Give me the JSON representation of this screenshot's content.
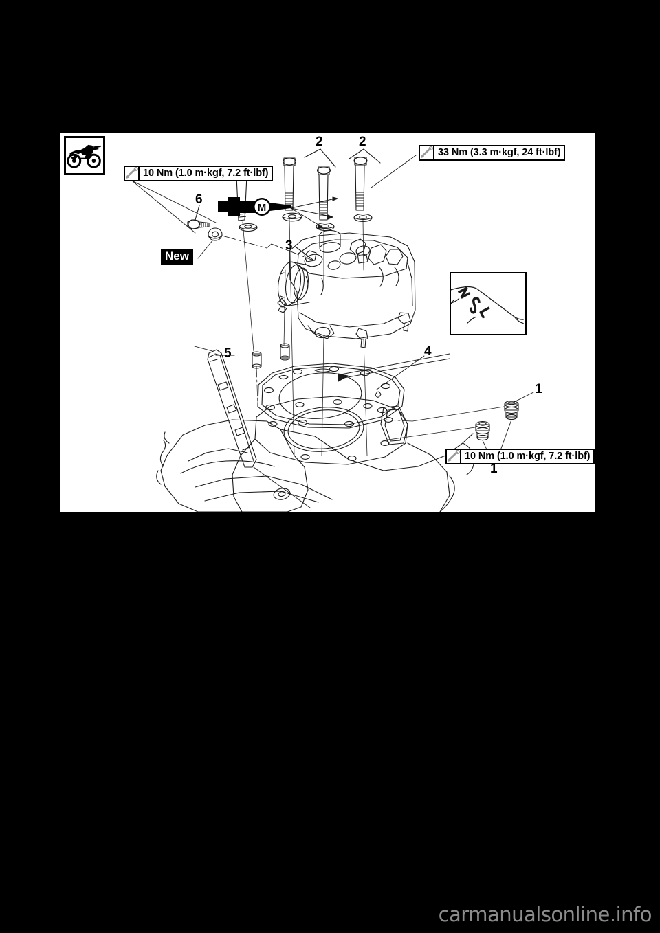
{
  "page": {
    "background_color": "#000000",
    "panel_background_color": "#ffffff",
    "watermark": "carmanualsonline.info"
  },
  "model_icon": {
    "name": "off-road-motorcycle-icon",
    "alt": "off-road motorcycle"
  },
  "torque_specs": [
    {
      "id": "torque-upper-left",
      "icon": "torque-wrench-icon",
      "text": "10 Nm (1.0 m·kgf, 7.2 ft·lbf)",
      "value_nm": "10 Nm",
      "value_mkgf": "1.0 m·kgf",
      "value_ftlbf": "7.2 ft·lbf"
    },
    {
      "id": "torque-upper-right",
      "icon": "torque-wrench-icon",
      "text": "33 Nm (3.3 m·kgf, 24 ft·lbf)",
      "value_nm": "33 Nm",
      "value_mkgf": "3.3 m·kgf",
      "value_ftlbf": "24 ft·lbf"
    },
    {
      "id": "torque-lower-right",
      "icon": "torque-wrench-icon",
      "text": "10 Nm (1.0 m·kgf, 7.2 ft·lbf)",
      "value_nm": "10 Nm",
      "value_mkgf": "1.0 m·kgf",
      "value_ftlbf": "7.2 ft·lbf"
    }
  ],
  "tags": {
    "new_part": "New"
  },
  "part_numbers": [
    {
      "id": "part-num-2-left",
      "label": "2"
    },
    {
      "id": "part-num-2-right",
      "label": "2"
    },
    {
      "id": "part-num-6",
      "label": "6"
    },
    {
      "id": "part-num-3",
      "label": "3"
    },
    {
      "id": "part-num-5",
      "label": "5"
    },
    {
      "id": "part-num-4",
      "label": "4"
    },
    {
      "id": "part-num-1-right",
      "label": "1"
    },
    {
      "id": "part-num-1-lower",
      "label": "1"
    }
  ],
  "detail_inset": {
    "name": "gasket-marking-detail",
    "marking_text": "NSL"
  },
  "symbols": {
    "molybdenum_grease": "M"
  }
}
